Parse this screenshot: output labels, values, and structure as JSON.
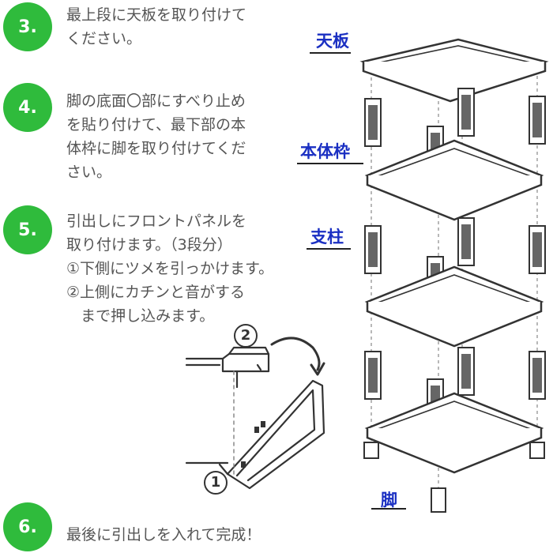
{
  "steps": [
    {
      "number": "3.",
      "text": "最上段に天板を取り付けて\nください。"
    },
    {
      "number": "4.",
      "text": "脚の底面〇部にすべり止め\nを貼り付けて、最下部の本\n体枠に脚を取り付けてくだ\nさい。"
    },
    {
      "number": "5.",
      "text": "引出しにフロントパネルを\n取り付けます。（3段分）\n①下側にツメを引っかけます。\n②上側にカチンと音がする\n   まで押し込みます。"
    },
    {
      "number": "6.",
      "text": "最後に引出しを入れて完成！"
    }
  ],
  "labels": {
    "top_board": "天板",
    "frame": "本体枠",
    "pillar": "支柱",
    "leg": "脚"
  },
  "detail": {
    "marker_1": "1",
    "marker_2": "2"
  },
  "colors": {
    "badge": "#2fbb3c",
    "label": "#1a2fc2",
    "text": "#555555"
  }
}
